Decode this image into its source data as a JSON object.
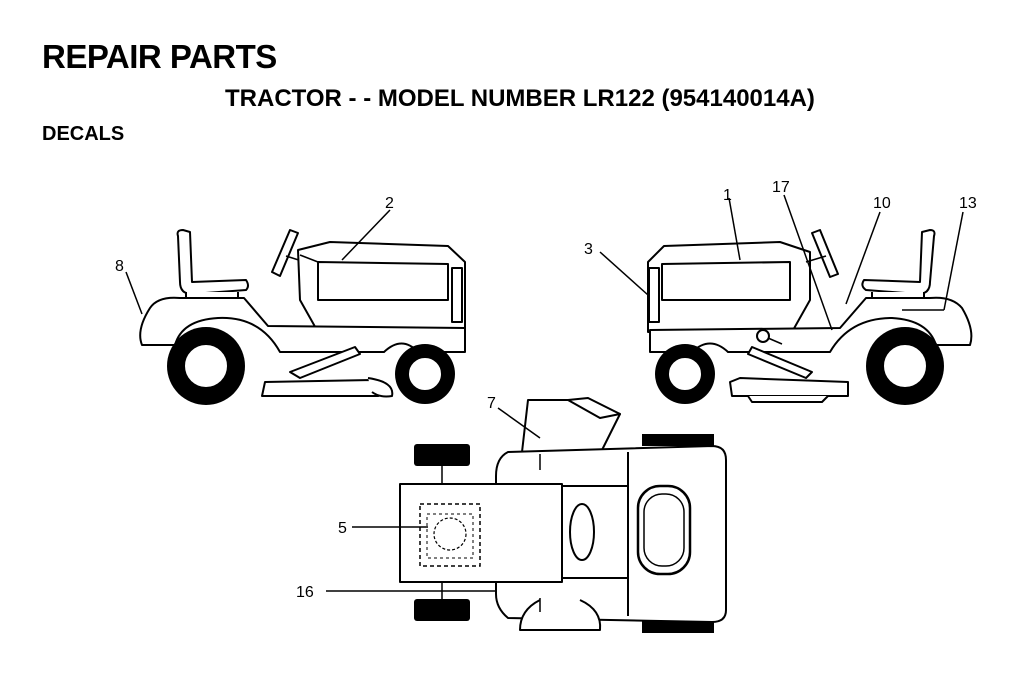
{
  "header": {
    "title": "REPAIR PARTS",
    "subtitle": "TRACTOR - - MODEL NUMBER LR122 (954140014A)",
    "section": "DECALS"
  },
  "callouts": [
    "8",
    "2",
    "3",
    "1",
    "17",
    "10",
    "13",
    "7",
    "5",
    "16"
  ]
}
